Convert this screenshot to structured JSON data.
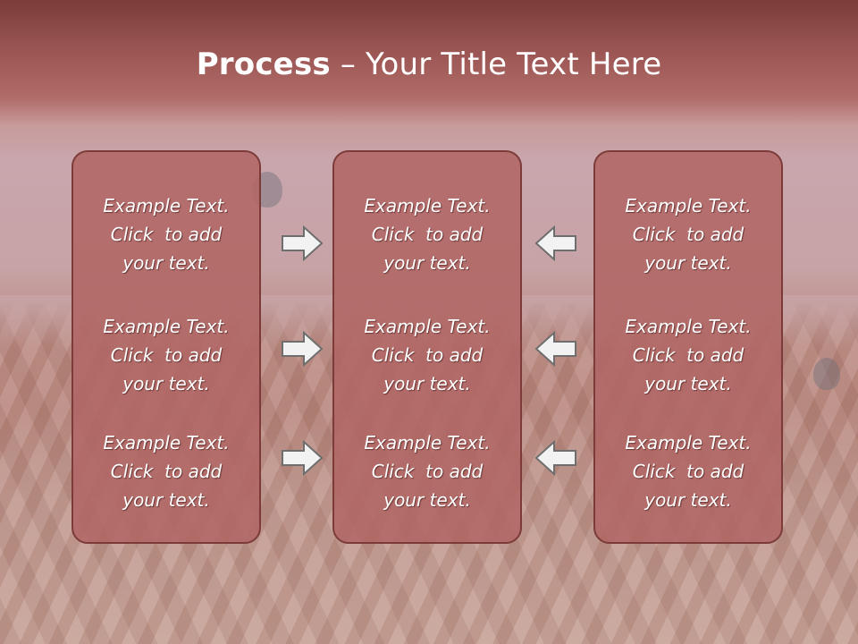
{
  "title": {
    "bold": "Process",
    "rest": " – Your Title Text Here"
  },
  "columns": [
    {
      "blocks": [
        {
          "l1": "Example Text.",
          "l2": "Click  to add",
          "l3": "your text."
        },
        {
          "l1": "Example Text.",
          "l2": "Click  to add",
          "l3": "your text."
        },
        {
          "l1": "Example Text.",
          "l2": "Click  to add",
          "l3": "your text."
        }
      ]
    },
    {
      "blocks": [
        {
          "l1": "Example Text.",
          "l2": "Click  to add",
          "l3": "your text."
        },
        {
          "l1": "Example Text.",
          "l2": "Click  to add",
          "l3": "your text."
        },
        {
          "l1": "Example Text.",
          "l2": "Click  to add",
          "l3": "your text."
        }
      ]
    },
    {
      "blocks": [
        {
          "l1": "Example Text.",
          "l2": "Click  to add",
          "l3": "your text."
        },
        {
          "l1": "Example Text.",
          "l2": "Click  to add",
          "l3": "your text."
        },
        {
          "l1": "Example Text.",
          "l2": "Click  to add",
          "l3": "your text."
        }
      ]
    }
  ],
  "arrows": {
    "left_set": "right-arrow-icon",
    "right_set": "left-arrow-icon",
    "fill": "#f2f2f2",
    "stroke": "#6e6e6e"
  },
  "colors": {
    "header": "#9c5754",
    "panel": "#b06664",
    "panel_border": "#7c3b38",
    "text": "#ffffff"
  }
}
